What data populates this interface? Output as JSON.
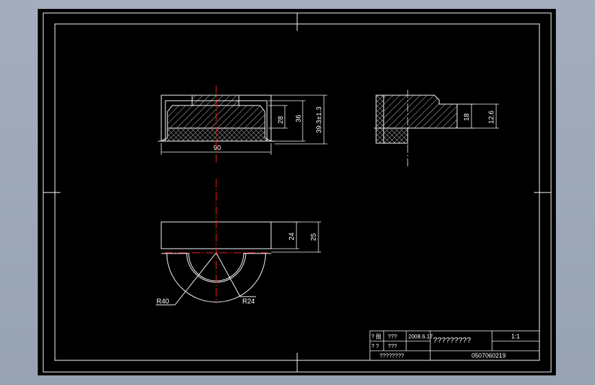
{
  "viewport": {
    "background": "#9aa5b6",
    "paper": "#000000"
  },
  "colors": {
    "line": "#ffffff",
    "centerline": "#ff2020"
  },
  "dimensions": {
    "front_width": "90",
    "front_h1": "28",
    "front_h2": "36",
    "front_h3": "39.3±1.3",
    "side_h1": "18",
    "side_h2": "12.6",
    "bottom_h1": "24",
    "bottom_h2": "25",
    "radius_outer": "R40",
    "radius_inner": "R24"
  },
  "title_block": {
    "row1_label": "? 图",
    "row1_name": "???",
    "date": "2008.6.17",
    "title": "?????????",
    "scale": "1:1",
    "row2_label": "? ?",
    "row2_name": "???",
    "company": "????????",
    "drawing_no": "0507060219"
  }
}
